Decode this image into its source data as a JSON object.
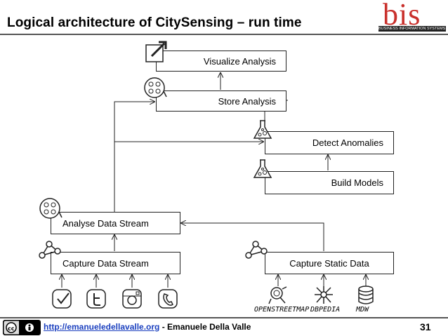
{
  "title": "Logical architecture of CitySensing – run time",
  "logo": {
    "word": "bis",
    "tagline": "BUSINESS INFORMATION SYSTEMS 2013"
  },
  "boxes": {
    "visualize": "Visualize Analysis",
    "store": "Store Analysis",
    "detect": "Detect Anomalies",
    "build": "Build Models",
    "analyse": "Analyse Data Stream",
    "capture_stream": "Capture Data Stream",
    "capture_static": "Capture Static Data"
  },
  "sources": {
    "static": [
      "OPENSTREETMAP",
      "DBPEDIA",
      "MDW"
    ]
  },
  "icons": {
    "visualize": "share-arrow-icon",
    "store": "film-reel-icon",
    "detect": "flask-icon",
    "build": "flask-icon",
    "analyse": "film-reel-icon",
    "capture_stream": "network-nodes-icon",
    "capture_static": "network-nodes-icon",
    "stream_sources": [
      "foursquare-checkin-icon",
      "twitter-icon",
      "instagram-icon",
      "phone-icon"
    ],
    "static_sources": [
      "openstreetmap-icon",
      "dbpedia-icon",
      "mdw-database-icon"
    ]
  },
  "footer": {
    "url": "http://emanueledellavalle.org",
    "separator": " - ",
    "author": "Emanuele Della Valle",
    "page": "31"
  }
}
